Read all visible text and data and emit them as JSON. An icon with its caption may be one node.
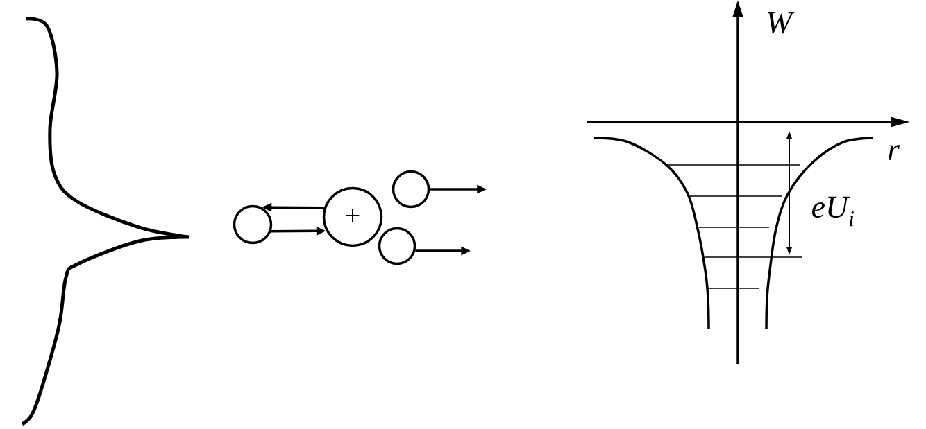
{
  "diagram": {
    "nodes": [
      {
        "text": [],
        "shape": "circle"
      },
      {
        "text": [
          "+"
        ]
      },
      {
        "text": [],
        "shape": "circle"
      },
      {
        "text": [],
        "shape": "circle"
      }
    ],
    "edges": [
      {
        "from": 0,
        "to": 1,
        "arrow": "to"
      },
      {
        "from": 1,
        "to": 0,
        "arrow": "to"
      },
      {
        "from": 2,
        "to": null,
        "arrow": "to"
      },
      {
        "from": 3,
        "to": null,
        "arrow": "to"
      }
    ],
    "labels": [
      "W",
      "r",
      "eU$_{i}$"
    ]
  }
}
